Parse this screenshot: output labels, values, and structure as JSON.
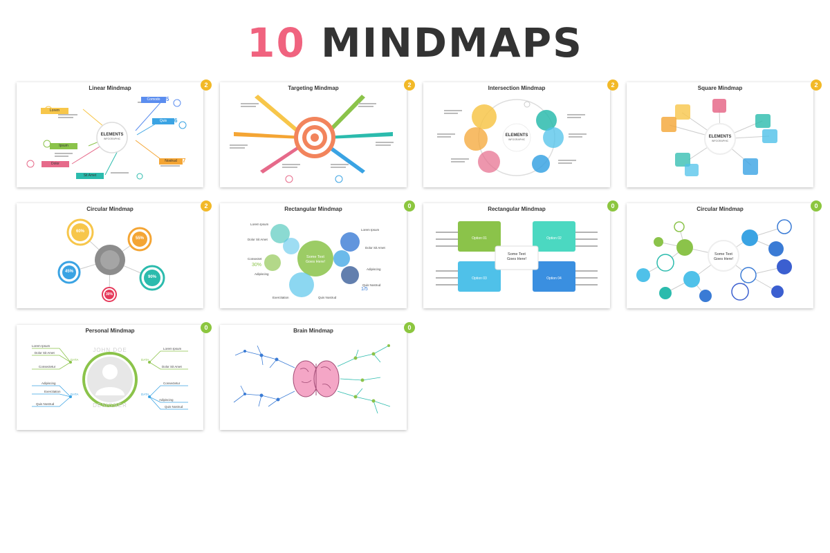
{
  "header": {
    "number": "10",
    "word": "MINDMAPS"
  },
  "colors": {
    "number": "#f0637f",
    "word": "#333333",
    "badge_yellow": "#f2b928",
    "badge_green": "#8cc63f"
  },
  "cards": [
    {
      "title": "Linear Mindmap",
      "badge": "2",
      "labels": {
        "center1": "ELEMENTS",
        "center2": "INFOGRAPHIC",
        "b1": "Lorem",
        "b2": "Ipsum",
        "b3": "Dolor",
        "b4": "Sit Amet",
        "b5": "Comodo",
        "b6": "Quis",
        "b7": "Nostrud",
        "n1": "5",
        "n2": "6",
        "n3": "7"
      }
    },
    {
      "title": "Targeting Mindmap",
      "badge": "2"
    },
    {
      "title": "Intersection Mindmap",
      "badge": "2",
      "labels": {
        "center1": "ELEMENTS",
        "center2": "INFOGRAPHIC"
      }
    },
    {
      "title": "Square Mindmap",
      "badge": "2",
      "labels": {
        "center1": "ELEMENTS",
        "center2": "INFOGRAPHIC"
      }
    },
    {
      "title": "Circular Mindmap",
      "badge": "2",
      "labels": {
        "p1": "60%",
        "p2": "55%",
        "p3": "45%",
        "p4": "90%",
        "p5": "30%"
      }
    },
    {
      "title": "Rectangular Mindmap",
      "badge": "0",
      "labels": {
        "center1": "Some Text",
        "center2": "Goes Here!",
        "l1": "Lorem Ipsum",
        "l2": "Dolor Sit Amet",
        "l3": "Consectet",
        "l4": "30%",
        "l5": "Adipiscing",
        "l6": "Exercitation",
        "r1": "Lorem Ipsum",
        "r2": "Dolor Sit Amet",
        "r3": "Adipiscing",
        "r4": "Quis Nostrud",
        "r5": "1/5",
        "b1": "Quis Nostrud"
      }
    },
    {
      "title": "Rectangular Mindmap",
      "badge": "0",
      "labels": {
        "center1": "Some Text",
        "center2": "Goes Here!",
        "o1": "Option 01",
        "o2": "Option 02",
        "o3": "Option 03",
        "o4": "Option 04"
      }
    },
    {
      "title": "Circular Mindmap",
      "badge": "0",
      "labels": {
        "center1": "Some Text",
        "center2": "Goes Here!"
      }
    },
    {
      "title": "Personal Mindmap",
      "badge": "0",
      "labels": {
        "name": "JOHN DOE",
        "role": "DESIGNER",
        "data": "DATA",
        "l1": "Lorem Ipsum",
        "l2": "Dolor Sit Amet",
        "l3": "Consectetur",
        "l4": "Adipiscing",
        "l5": "Exercitation",
        "l6": "Quis Nostrud",
        "r1": "Lorem Ipsum",
        "r2": "Dolor Sit Amet",
        "r3": "Consectetur",
        "r4": "Adipiscing",
        "r5": "Quis Nostrud"
      }
    },
    {
      "title": "Brain Mindmap",
      "badge": "0"
    }
  ]
}
